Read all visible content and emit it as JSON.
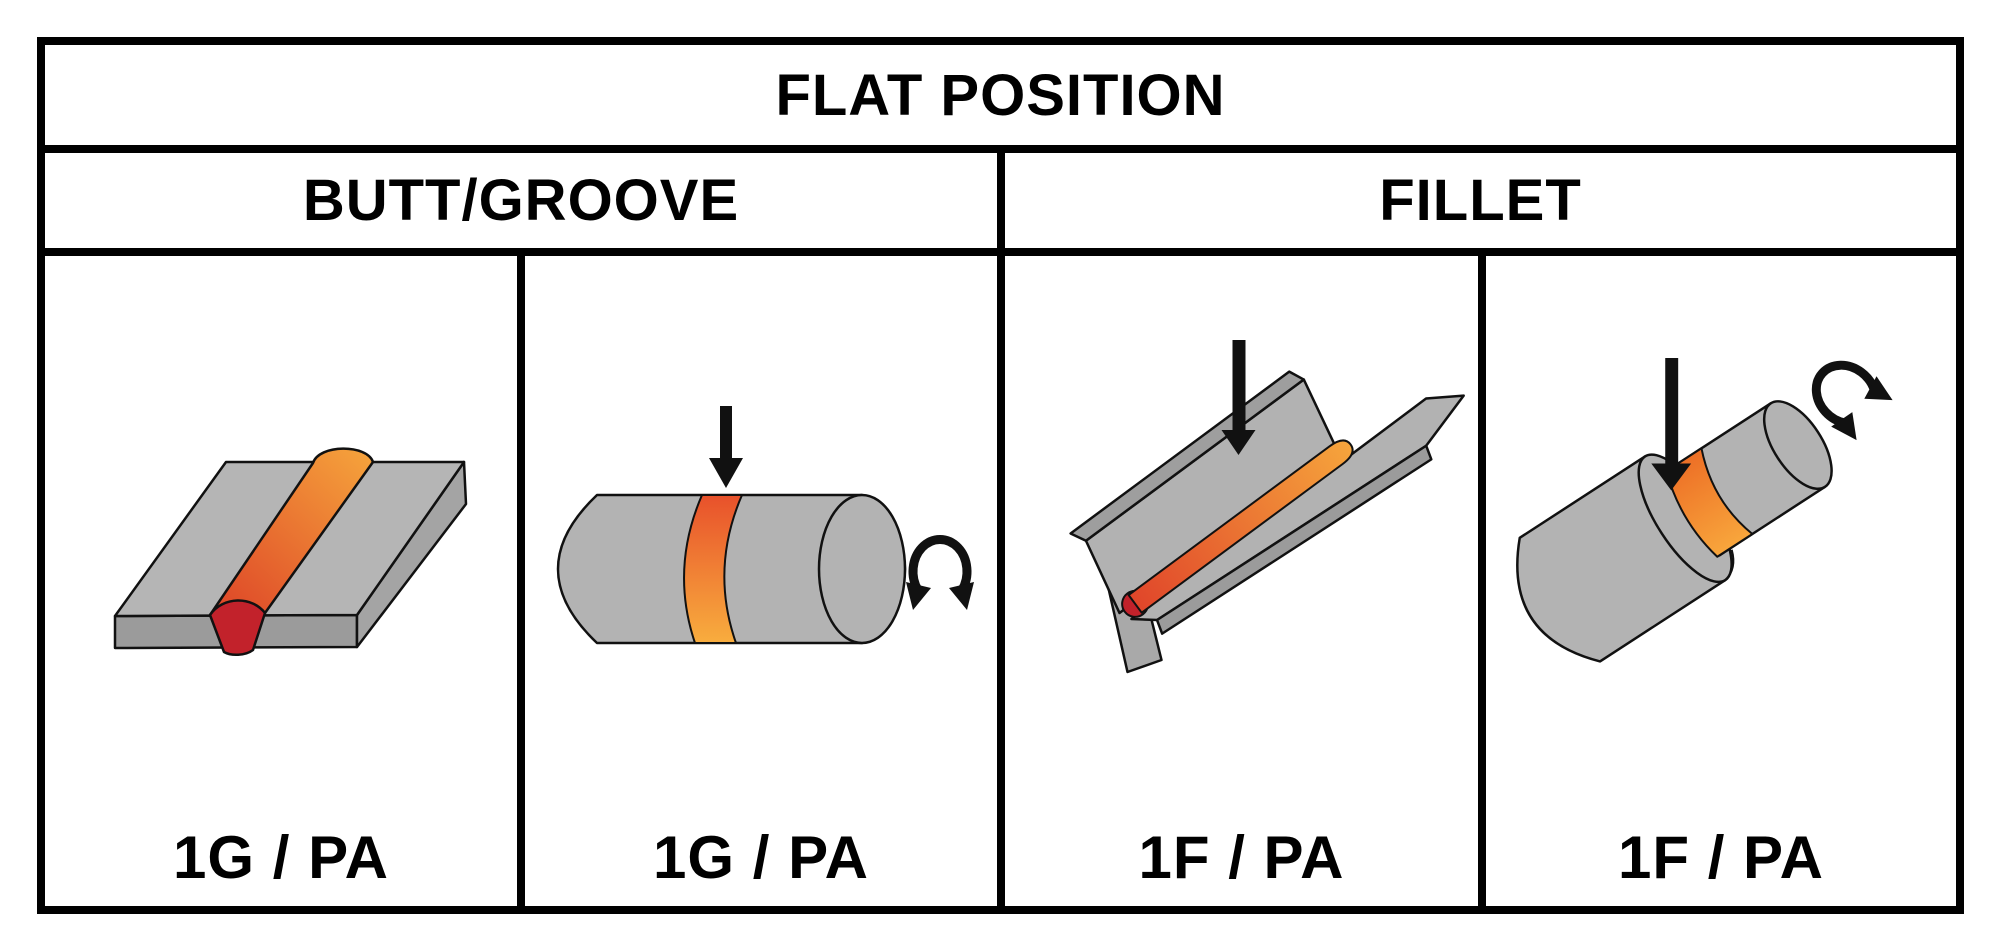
{
  "header": {
    "title": "FLAT POSITION"
  },
  "columns": [
    {
      "label": "BUTT/GROOVE"
    },
    {
      "label": "FILLET"
    }
  ],
  "cells": [
    {
      "label": "1G / PA",
      "column": "BUTT/GROOVE",
      "illustration": "flat-plate-butt-groove-weld",
      "icons": []
    },
    {
      "label": "1G / PA",
      "column": "BUTT/GROOVE",
      "illustration": "rotating-pipe-groove-weld",
      "icons": [
        "down-arrow-icon",
        "rotation-icon"
      ]
    },
    {
      "label": "1F / PA",
      "column": "FILLET",
      "illustration": "t-joint-fillet-weld",
      "icons": [
        "down-arrow-icon"
      ]
    },
    {
      "label": "1F / PA",
      "column": "FILLET",
      "illustration": "rotating-pipe-fillet-weld",
      "icons": [
        "down-arrow-icon",
        "rotation-icon"
      ]
    }
  ],
  "colors": {
    "border": "#000000",
    "metal_light": "#b5b5b5",
    "metal_mid": "#a4a4a4",
    "metal_dark": "#9b9b9b",
    "weld_hot": "#e2492a",
    "weld_cool": "#f6a53c",
    "weld_root_red": "#c2222b",
    "arrow": "#111111",
    "background": "#ffffff"
  }
}
